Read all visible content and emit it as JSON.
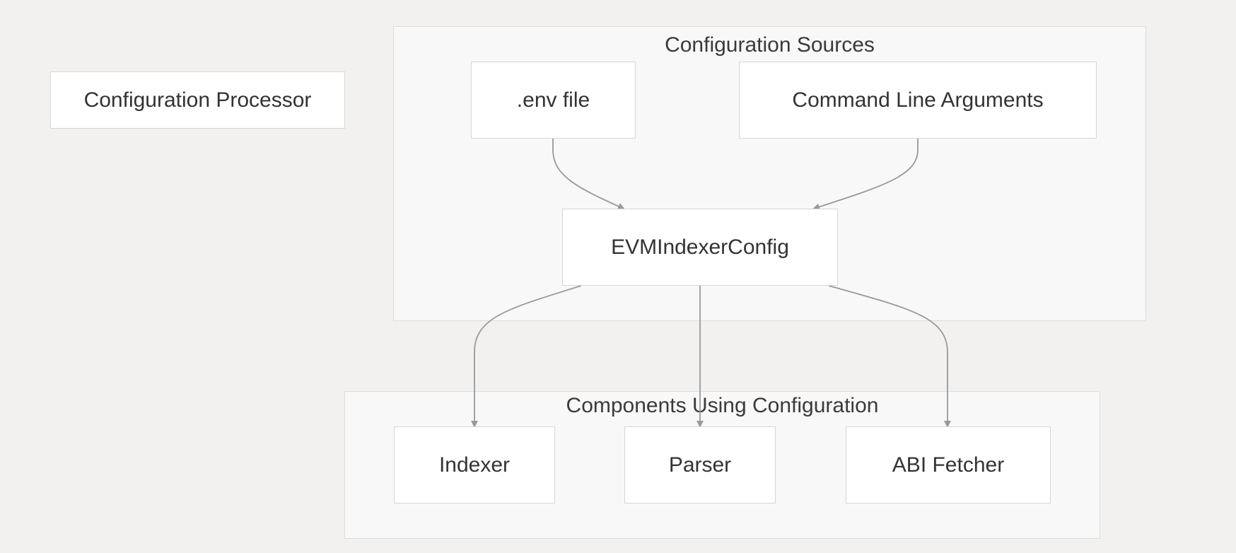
{
  "diagram": {
    "standalone_node": "Configuration Processor",
    "clusters": {
      "sources": "Configuration Sources",
      "components": "Components Using Configuration"
    },
    "nodes": {
      "env_file": ".env file",
      "cli_args": "Command Line Arguments",
      "config": "EVMIndexerConfig",
      "indexer": "Indexer",
      "parser": "Parser",
      "abi_fetcher": "ABI Fetcher"
    },
    "edges": [
      {
        "from": ".env file",
        "to": "EVMIndexerConfig"
      },
      {
        "from": "Command Line Arguments",
        "to": "EVMIndexerConfig"
      },
      {
        "from": "EVMIndexerConfig",
        "to": "Indexer"
      },
      {
        "from": "EVMIndexerConfig",
        "to": "Parser"
      },
      {
        "from": "EVMIndexerConfig",
        "to": "ABI Fetcher"
      }
    ],
    "colors": {
      "background": "#f2f1ef",
      "cluster_fill": "#f8f8f8",
      "node_fill": "#ffffff",
      "border": "#d6d6d6",
      "edge": "#999999",
      "text": "#333333"
    }
  }
}
